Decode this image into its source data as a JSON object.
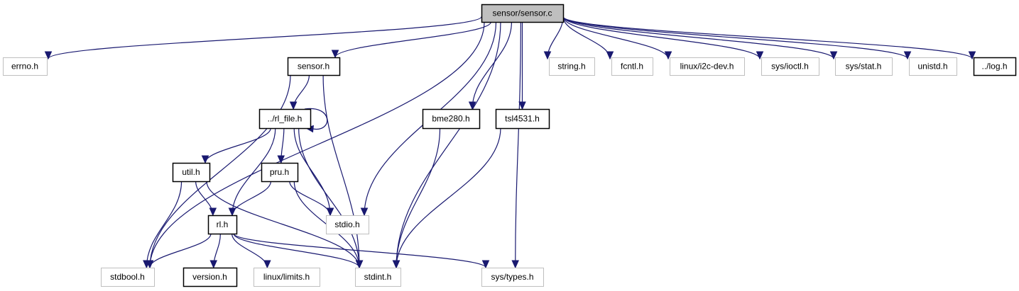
{
  "title": "sensor/sensor.c include dependency graph",
  "colors": {
    "edge": "#191970",
    "root_fill": "#bfbfbf",
    "node_border_documented": "#000000",
    "node_border_external": "#bfbfbf"
  },
  "nodes": [
    {
      "id": "root",
      "label": "sensor/sensor.c",
      "kind": "root"
    },
    {
      "id": "errno",
      "label": "errno.h",
      "kind": "external"
    },
    {
      "id": "sensor_h",
      "label": "sensor.h",
      "kind": "documented"
    },
    {
      "id": "string",
      "label": "string.h",
      "kind": "external"
    },
    {
      "id": "fcntl",
      "label": "fcntl.h",
      "kind": "external"
    },
    {
      "id": "i2cdev",
      "label": "linux/i2c-dev.h",
      "kind": "external"
    },
    {
      "id": "ioctl",
      "label": "sys/ioctl.h",
      "kind": "external"
    },
    {
      "id": "stat",
      "label": "sys/stat.h",
      "kind": "external"
    },
    {
      "id": "unistd",
      "label": "unistd.h",
      "kind": "external"
    },
    {
      "id": "log",
      "label": "../log.h",
      "kind": "documented"
    },
    {
      "id": "rl_file",
      "label": "../rl_file.h",
      "kind": "documented"
    },
    {
      "id": "bme280",
      "label": "bme280.h",
      "kind": "documented"
    },
    {
      "id": "tsl4531",
      "label": "tsl4531.h",
      "kind": "documented"
    },
    {
      "id": "util",
      "label": "util.h",
      "kind": "documented"
    },
    {
      "id": "pru",
      "label": "pru.h",
      "kind": "documented"
    },
    {
      "id": "stdio",
      "label": "stdio.h",
      "kind": "external"
    },
    {
      "id": "rl",
      "label": "rl.h",
      "kind": "documented"
    },
    {
      "id": "stdbool",
      "label": "stdbool.h",
      "kind": "external"
    },
    {
      "id": "version",
      "label": "version.h",
      "kind": "documented"
    },
    {
      "id": "limits",
      "label": "linux/limits.h",
      "kind": "external"
    },
    {
      "id": "stdint",
      "label": "stdint.h",
      "kind": "external"
    },
    {
      "id": "systypes",
      "label": "sys/types.h",
      "kind": "external"
    }
  ],
  "edges": [
    [
      "root",
      "errno"
    ],
    [
      "root",
      "sensor_h"
    ],
    [
      "root",
      "string"
    ],
    [
      "root",
      "fcntl"
    ],
    [
      "root",
      "i2cdev"
    ],
    [
      "root",
      "ioctl"
    ],
    [
      "root",
      "stat"
    ],
    [
      "root",
      "unistd"
    ],
    [
      "root",
      "log"
    ],
    [
      "root",
      "bme280"
    ],
    [
      "root",
      "tsl4531"
    ],
    [
      "root",
      "stdio"
    ],
    [
      "root",
      "stdbool"
    ],
    [
      "root",
      "stdint"
    ],
    [
      "root",
      "systypes"
    ],
    [
      "sensor_h",
      "rl_file"
    ],
    [
      "sensor_h",
      "stdbool"
    ],
    [
      "sensor_h",
      "stdint"
    ],
    [
      "rl_file",
      "rl_file"
    ],
    [
      "rl_file",
      "util"
    ],
    [
      "rl_file",
      "pru"
    ],
    [
      "rl_file",
      "rl"
    ],
    [
      "rl_file",
      "stdio"
    ],
    [
      "rl_file",
      "stdint"
    ],
    [
      "util",
      "rl"
    ],
    [
      "util",
      "stdbool"
    ],
    [
      "util",
      "stdint"
    ],
    [
      "pru",
      "rl"
    ],
    [
      "pru",
      "stdio"
    ],
    [
      "pru",
      "stdint"
    ],
    [
      "rl",
      "stdbool"
    ],
    [
      "rl",
      "version"
    ],
    [
      "rl",
      "limits"
    ],
    [
      "rl",
      "stdint"
    ],
    [
      "rl",
      "systypes"
    ],
    [
      "bme280",
      "stdint"
    ],
    [
      "tsl4531",
      "stdint"
    ]
  ]
}
